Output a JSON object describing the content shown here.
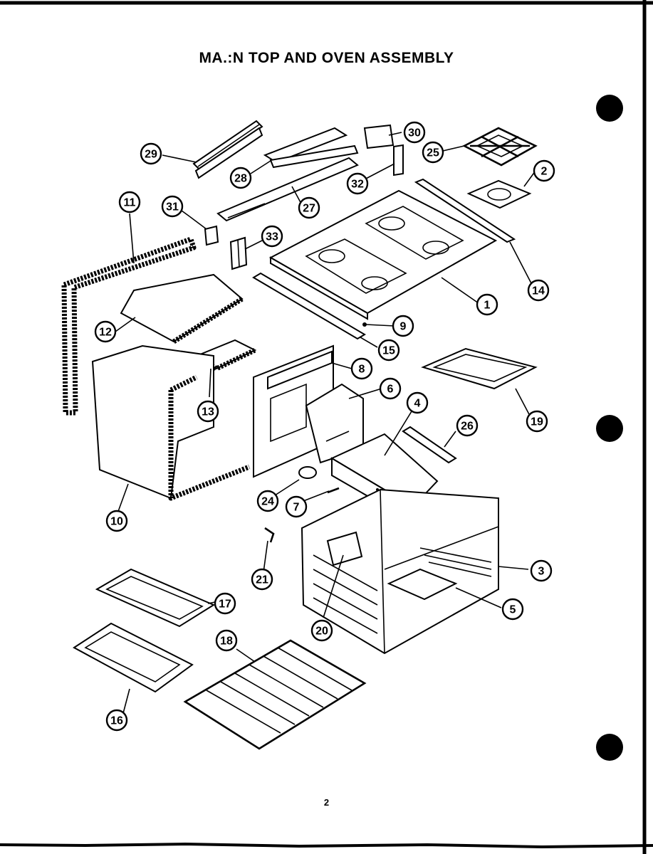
{
  "title": "MA.:N TOP AND OVEN ASSEMBLY",
  "page_number": "2",
  "callouts": [
    "1",
    "2",
    "3",
    "4",
    "5",
    "6",
    "7",
    "8",
    "9",
    "10",
    "11",
    "12",
    "13",
    "14",
    "15",
    "16",
    "17",
    "18",
    "19",
    "20",
    "21",
    "24",
    "25",
    "26",
    "27",
    "28",
    "29",
    "30",
    "31",
    "32",
    "33"
  ]
}
